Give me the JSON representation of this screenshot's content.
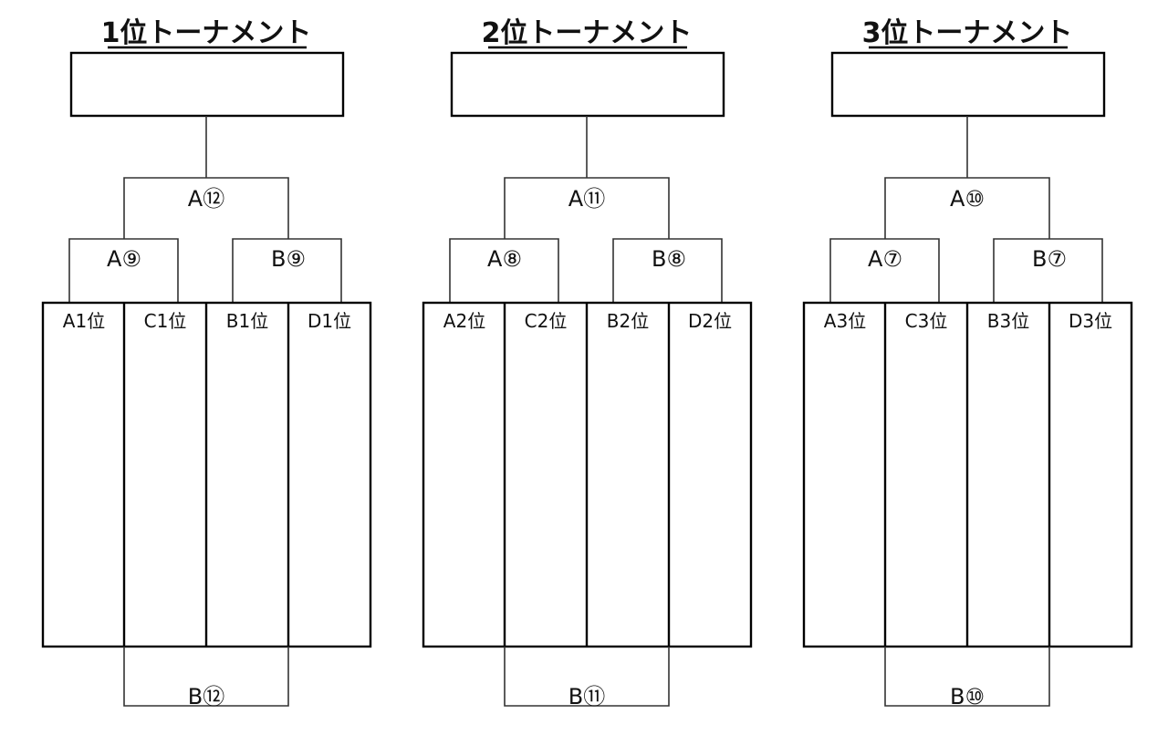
{
  "brackets": [
    {
      "title": "1位トーナメント",
      "final_match": "A⑫",
      "semi_left": "A⑨",
      "semi_right": "B⑨",
      "teams": [
        "A1位",
        "C1位",
        "B1位",
        "D1位"
      ],
      "bottom_match": "B⑫"
    },
    {
      "title": "2位トーナメント",
      "final_match": "A⑪",
      "semi_left": "A⑧",
      "semi_right": "B⑧",
      "teams": [
        "A2位",
        "C2位",
        "B2位",
        "D2位"
      ],
      "bottom_match": "B⑪"
    },
    {
      "title": "3位トーナメント",
      "final_match": "A⑩",
      "semi_left": "A⑦",
      "semi_right": "B⑦",
      "teams": [
        "A3位",
        "C3位",
        "B3位",
        "D3位"
      ],
      "bottom_match": "B⑩"
    }
  ]
}
